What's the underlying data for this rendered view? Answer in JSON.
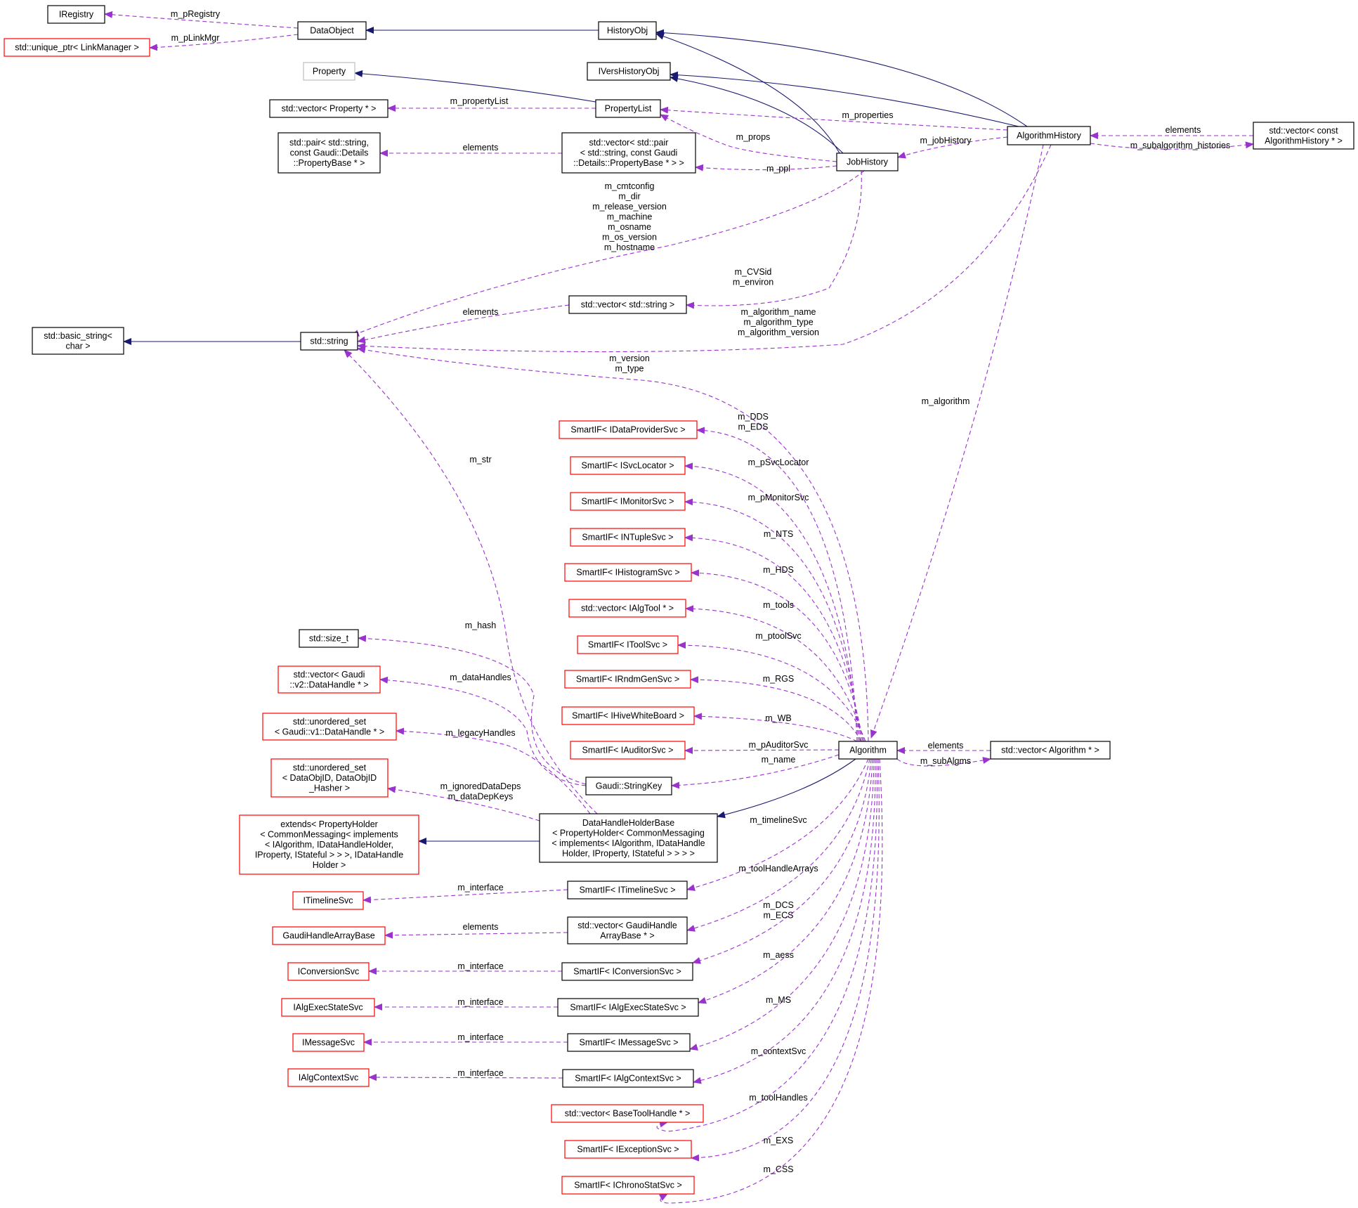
{
  "colors": {
    "inheritance": "#191970",
    "usage": "#9a32cd",
    "black_border": "#000000",
    "red_border": "#ff0000",
    "grey_border": "#bfbfbf",
    "highlight_fill": "#bfbfbf"
  },
  "nodes": {
    "iregistry": [
      "IRegistry"
    ],
    "unique_ptr": [
      "std::unique_ptr< LinkManager >"
    ],
    "dataobject": [
      "DataObject"
    ],
    "historyobj": [
      "HistoryObj"
    ],
    "property": [
      "Property"
    ],
    "iversh": [
      "IVersHistoryObj"
    ],
    "vec_prop": [
      "std::vector< Property * >"
    ],
    "propertylist": [
      "PropertyList"
    ],
    "pair": [
      "std::pair< std::string,",
      "const Gaudi::Details",
      "::PropertyBase * >"
    ],
    "vec_pair": [
      "std::vector< std::pair",
      "< std::string, const Gaudi",
      "::Details::PropertyBase * > >"
    ],
    "algorithmhistory": [
      "AlgorithmHistory"
    ],
    "vec_ah": [
      "std::vector< const",
      "AlgorithmHistory * >"
    ],
    "jobhistory": [
      "JobHistory"
    ],
    "basic_string": [
      "std::basic_string<",
      "char >"
    ],
    "string": [
      "std::string"
    ],
    "vec_string": [
      "std::vector< std::string >"
    ],
    "dps": [
      "SmartIF< IDataProviderSvc >"
    ],
    "svcloc": [
      "SmartIF< ISvcLocator >"
    ],
    "monsvc": [
      "SmartIF< IMonitorSvc >"
    ],
    "ntuple": [
      "SmartIF< INTupleSvc >"
    ],
    "histo": [
      "SmartIF< IHistogramSvc >"
    ],
    "algtool": [
      "std::vector< IAlgTool * >"
    ],
    "toolsvc": [
      "SmartIF< IToolSvc >"
    ],
    "rndm": [
      "SmartIF< IRndmGenSvc >"
    ],
    "hive": [
      "SmartIF< IHiveWhiteBoard >"
    ],
    "auditor": [
      "SmartIF< IAuditorSvc >"
    ],
    "size_t": [
      "std::size_t"
    ],
    "vec_dh": [
      "std::vector< Gaudi",
      "::v2::DataHandle * >"
    ],
    "uset_dh": [
      "std::unordered_set",
      "< Gaudi::v1::DataHandle * >"
    ],
    "uset_doid": [
      "std::unordered_set",
      "< DataObjID, DataObjID",
      "_Hasher >"
    ],
    "stringkey": [
      "Gaudi::StringKey"
    ],
    "algorithm": [
      "Algorithm"
    ],
    "vec_alg": [
      "std::vector< Algorithm * >"
    ],
    "extends": [
      "extends< PropertyHolder",
      "< CommonMessaging< implements",
      "< IAlgorithm, IDataHandleHolder,",
      "IProperty, IStateful > > >, IDataHandle",
      "Holder >"
    ],
    "dhhb": [
      "DataHandleHolderBase",
      "< PropertyHolder< CommonMessaging",
      "< implements< IAlgorithm, IDataHandle",
      "Holder, IProperty, IStateful > > > >"
    ],
    "itimeline": [
      "ITimelineSvc"
    ],
    "sm_timeline": [
      "SmartIF< ITimelineSvc >"
    ],
    "gharray": [
      "GaudiHandleArrayBase"
    ],
    "vec_gh": [
      "std::vector< GaudiHandle",
      "ArrayBase * >"
    ],
    "iconv": [
      "IConversionSvc"
    ],
    "sm_conv": [
      "SmartIF< IConversionSvc >"
    ],
    "iaes": [
      "IAlgExecStateSvc"
    ],
    "sm_aes": [
      "SmartIF< IAlgExecStateSvc >"
    ],
    "imsg": [
      "IMessageSvc"
    ],
    "sm_msg": [
      "SmartIF< IMessageSvc >"
    ],
    "ictx": [
      "IAlgContextSvc"
    ],
    "sm_ctx": [
      "SmartIF< IAlgContextSvc >"
    ],
    "basetool": [
      "std::vector< BaseToolHandle * >"
    ],
    "exc": [
      "SmartIF< IExceptionSvc >"
    ],
    "chrono": [
      "SmartIF< IChronoStatSvc >"
    ]
  },
  "labels": {
    "m_pRegistry": [
      "m_pRegistry"
    ],
    "m_pLinkMgr": [
      "m_pLinkMgr"
    ],
    "m_propertyList": [
      "m_propertyList"
    ],
    "m_properties": [
      "m_properties"
    ],
    "m_props": [
      "m_props"
    ],
    "elements_pair": [
      "elements"
    ],
    "m_ppl": [
      "m_ppl"
    ],
    "m_jobHistory": [
      "m_jobHistory"
    ],
    "elements_ah": [
      "elements"
    ],
    "m_subalgorithm_histories": [
      "m_subalgorithm_histories"
    ],
    "env_block": [
      "m_cmtconfig",
      "m_dir",
      "m_release_version",
      "m_machine",
      "m_osname",
      "m_os_version",
      "m_hostname"
    ],
    "cvs": [
      "m_CVSid",
      "m_environ"
    ],
    "elements_str": [
      "elements"
    ],
    "alg_names": [
      "m_algorithm_name",
      "m_algorithm_type",
      "m_algorithm_version"
    ],
    "ver_type": [
      "m_version",
      "m_type"
    ],
    "m_algorithm": [
      "m_algorithm"
    ],
    "m_str": [
      "m_str"
    ],
    "dds": [
      "m_DDS",
      "m_EDS"
    ],
    "m_pSvcLocator": [
      "m_pSvcLocator"
    ],
    "m_pMonitorSvc": [
      "m_pMonitorSvc"
    ],
    "m_NTS": [
      "m_NTS"
    ],
    "m_HDS": [
      "m_HDS"
    ],
    "m_tools": [
      "m_tools"
    ],
    "m_ptoolSvc": [
      "m_ptoolSvc"
    ],
    "m_RGS": [
      "m_RGS"
    ],
    "m_WB": [
      "m_WB"
    ],
    "m_pAuditorSvc": [
      "m_pAuditorSvc"
    ],
    "m_name": [
      "m_name"
    ],
    "m_hash": [
      "m_hash"
    ],
    "m_dataHandles": [
      "m_dataHandles"
    ],
    "m_legacyHandles": [
      "m_legacyHandles"
    ],
    "deps": [
      "m_ignoredDataDeps",
      "m_dataDepKeys"
    ],
    "elements_alg": [
      "elements"
    ],
    "m_subAlgms": [
      "m_subAlgms"
    ],
    "m_timelineSvc": [
      "m_timelineSvc"
    ],
    "m_interface_tl": [
      "m_interface"
    ],
    "m_toolHandleArrays": [
      "m_toolHandleArrays"
    ],
    "elements_gh": [
      "elements"
    ],
    "dcs": [
      "m_DCS",
      "m_ECS"
    ],
    "m_interface_conv": [
      "m_interface"
    ],
    "m_aess": [
      "m_aess"
    ],
    "m_interface_aes": [
      "m_interface"
    ],
    "m_MS": [
      "m_MS"
    ],
    "m_interface_msg": [
      "m_interface"
    ],
    "m_contextSvc": [
      "m_contextSvc"
    ],
    "m_interface_ctx": [
      "m_interface"
    ],
    "m_toolHandles": [
      "m_toolHandles"
    ],
    "m_EXS": [
      "m_EXS"
    ],
    "m_CSS": [
      "m_CSS"
    ]
  }
}
